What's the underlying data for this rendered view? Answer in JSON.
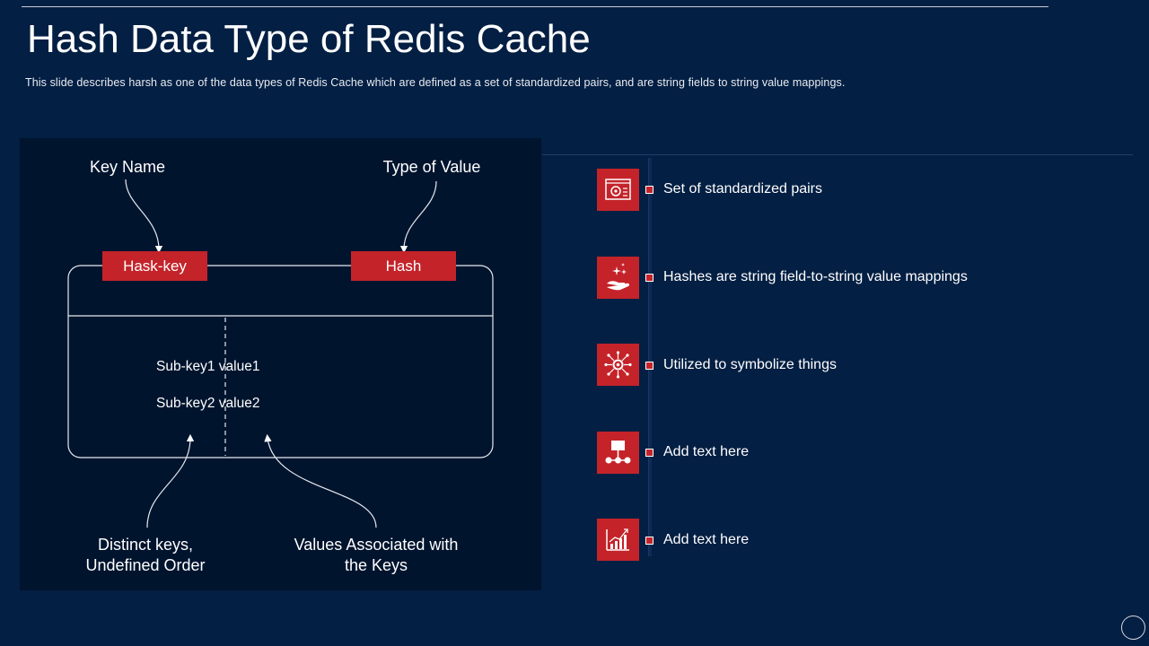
{
  "slide": {
    "title": "Hash Data Type of Redis Cache",
    "subtitle": "This slide describes harsh as one of the data types of Redis Cache which are defined as a set of standardized pairs, and are string fields to string value mappings."
  },
  "diagram": {
    "key_name_label": "Key Name",
    "type_of_value_label": "Type of Value",
    "hash_key_tag": "Hask-key",
    "hash_tag": "Hash",
    "sub_line_1": "Sub-key1 value1",
    "sub_line_2": "Sub-key2 value2",
    "distinct_keys_line1": "Distinct keys,",
    "distinct_keys_line2": "Undefined Order",
    "values_assoc_line1": "Values Associated with",
    "values_assoc_line2": "the Keys"
  },
  "features": [
    {
      "icon": "browser-settings-icon",
      "text": "Set of standardized pairs"
    },
    {
      "icon": "hand-sparkle-icon",
      "text": "Hashes are string field-to-string value mappings"
    },
    {
      "icon": "gear-network-icon",
      "text": "Utilized to symbolize things"
    },
    {
      "icon": "network-hierarchy-icon",
      "text": "Add text here"
    },
    {
      "icon": "growth-chart-icon",
      "text": "Add text here"
    }
  ],
  "colors": {
    "background": "#031f43",
    "panel": "#01142e",
    "accent": "#c4232a"
  }
}
